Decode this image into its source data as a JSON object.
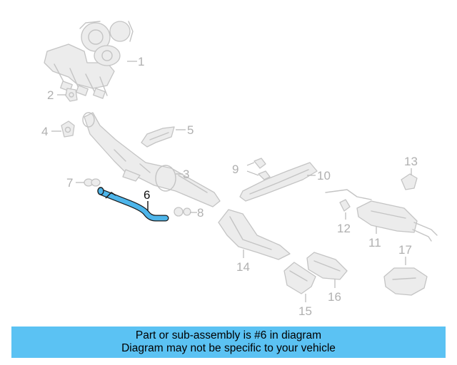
{
  "callouts": [
    {
      "id": "1",
      "highlighted": false
    },
    {
      "id": "2",
      "highlighted": false
    },
    {
      "id": "3",
      "highlighted": false
    },
    {
      "id": "4",
      "highlighted": false
    },
    {
      "id": "5",
      "highlighted": false
    },
    {
      "id": "6",
      "highlighted": true
    },
    {
      "id": "7",
      "highlighted": false
    },
    {
      "id": "8",
      "highlighted": false
    },
    {
      "id": "9",
      "highlighted": false
    },
    {
      "id": "10",
      "highlighted": false
    },
    {
      "id": "11",
      "highlighted": false
    },
    {
      "id": "12",
      "highlighted": false
    },
    {
      "id": "13",
      "highlighted": false
    },
    {
      "id": "14",
      "highlighted": false
    },
    {
      "id": "15",
      "highlighted": false
    },
    {
      "id": "16",
      "highlighted": false
    },
    {
      "id": "17",
      "highlighted": false
    }
  ],
  "banner": {
    "line1": "Part or sub-assembly is #6 in diagram",
    "line2": "Diagram may not be specific to your vehicle",
    "background_color": "#5bc2f3"
  },
  "colors": {
    "highlight_part": "#4db5ea",
    "part_lines": "#c4c4c4",
    "callout_text": "#b0b0b0"
  }
}
